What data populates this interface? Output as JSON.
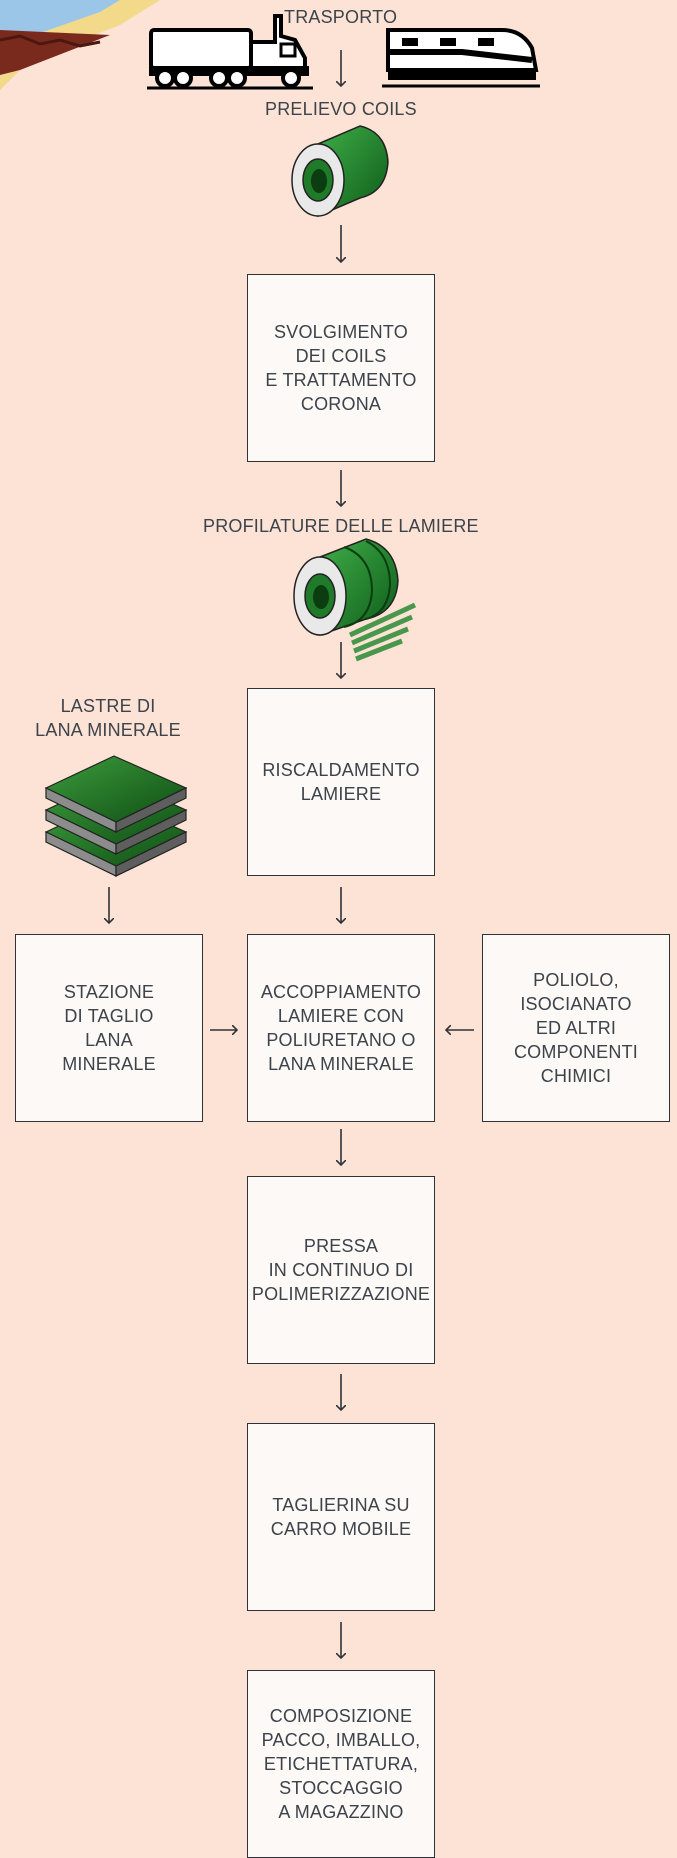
{
  "labels": {
    "trasporto": "TRASPORTO",
    "prelievo": "PRELIEVO COILS",
    "profilature": "PROFILATURE DELLE LAMIERE",
    "lastre": "LASTRE DI\nLANA MINERALE"
  },
  "boxes": {
    "svolgimento": "SVOLGIMENTO\nDEI COILS\nE TRATTAMENTO\nCORONA",
    "riscaldamento": "RISCALDAMENTO\nLAMIERE",
    "stazione": "STAZIONE\nDI TAGLIO\nLANA\nMINERALE",
    "accoppiamento": "ACCOPPIAMENTO\nLAMIERE CON\nPOLIURETANO O\nLANA MINERALE",
    "poliolo": "POLIOLO,\nISOCIANATO\nED ALTRI\nCOMPONENTI\nCHIMICI",
    "pressa": "PRESSA\nIN CONTINUO DI\nPOLIMERIZZAZIONE",
    "taglierina": "TAGLIERINA SU\nCARRO MOBILE",
    "composizione": "COMPOSIZIONE\nPACCO, IMBALLO,\nETICHETTATURA,\nSTOCCAGGIO\nA MAGAZZINO"
  },
  "icons": [
    "truck-icon",
    "train-icon",
    "coil-icon",
    "profiled-coil-icon",
    "wool-slabs-icon",
    "roof-panel-icon"
  ],
  "colors": {
    "background": "#fde3d5",
    "box_fill": "#fcf9f6",
    "box_border": "#2f3338",
    "text": "#3d434b",
    "green": "#1f7a2a"
  }
}
